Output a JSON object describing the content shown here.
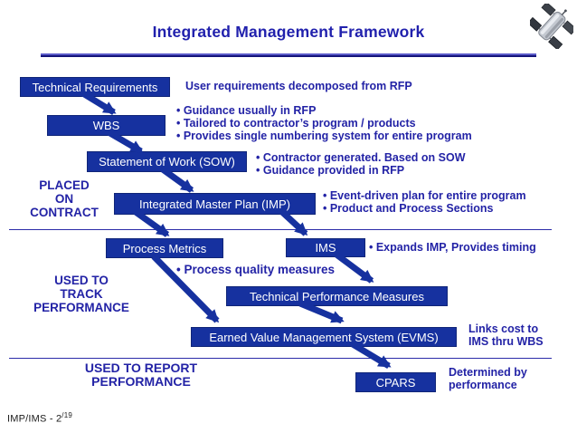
{
  "header": {
    "title": "Integrated Management Framework",
    "logo_icon": "satellite-icon"
  },
  "colors": {
    "box_fill": "#16319f",
    "arrow_blue": "#16319f",
    "text_blue": "#2323a6",
    "title_blue": "#2121ad",
    "rule_blue": "#2b2ba8"
  },
  "diagram": {
    "boxes": [
      {
        "id": "technical-requirements",
        "label": "Technical Requirements"
      },
      {
        "id": "wbs",
        "label": "WBS"
      },
      {
        "id": "sow",
        "label": "Statement of Work (SOW)"
      },
      {
        "id": "imp",
        "label": "Integrated Master Plan (IMP)"
      },
      {
        "id": "process-metrics",
        "label": "Process Metrics"
      },
      {
        "id": "ims",
        "label": "IMS"
      },
      {
        "id": "tpm",
        "label": "Technical Performance Measures"
      },
      {
        "id": "evms",
        "label": "Earned Value Management System (EVMS)"
      },
      {
        "id": "cpars",
        "label": "CPARS"
      }
    ],
    "notes": {
      "tech_req": "User requirements decomposed from RFP",
      "wbs": [
        "• Guidance usually in RFP",
        "• Tailored to contractor’s program / products",
        "• Provides single numbering system for entire program"
      ],
      "sow": [
        "• Contractor generated. Based on SOW",
        "• Guidance provided in RFP"
      ],
      "imp": [
        "• Event-driven plan for entire program",
        "• Product and Process Sections"
      ],
      "process_metrics": "• Process quality measures",
      "ims": "• Expands IMP, Provides timing",
      "evms": [
        "Links cost to",
        "IMS thru WBS"
      ],
      "cpars": [
        "Determined by",
        "performance"
      ]
    },
    "side_labels": {
      "placed": [
        "PLACED",
        "ON",
        "CONTRACT"
      ],
      "track": [
        "USED TO",
        "TRACK",
        "PERFORMANCE"
      ],
      "report": [
        "USED TO REPORT",
        "PERFORMANCE"
      ]
    }
  },
  "footer": {
    "text": "IMP/IMS - 2",
    "superscript": "/19"
  }
}
